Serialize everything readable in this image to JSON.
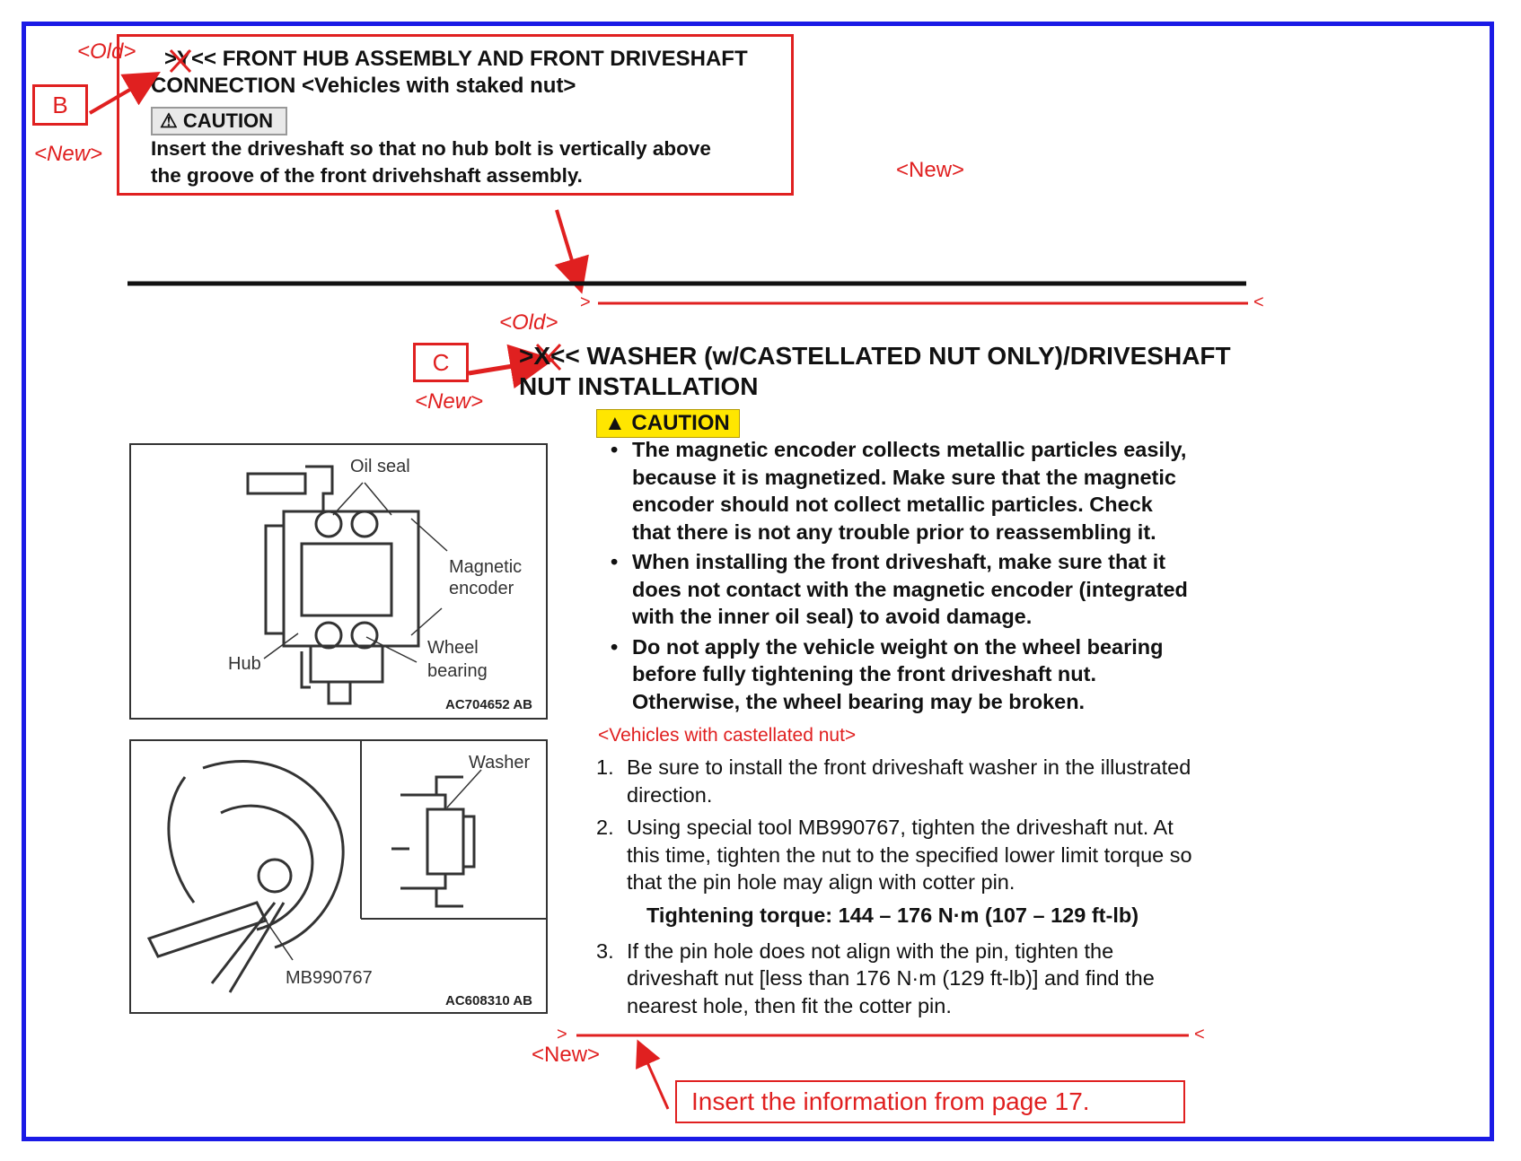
{
  "annotations": {
    "old_b": "<Old>",
    "new_b": "<New>",
    "marker_b": "B",
    "new_top_right": "<New>",
    "old_c": "<Old>",
    "new_c": "<New>",
    "marker_c": "C",
    "new_bottom": "<New>",
    "line_open": ">",
    "line_close": "<",
    "insert_note": "Insert the information from page 17."
  },
  "section_b": {
    "heading_line1": ">Y<< FRONT HUB ASSEMBLY AND FRONT DRIVESHAFT",
    "heading_line2": "CONNECTION  <Vehicles with staked nut>",
    "caution_label": "CAUTION",
    "caution_text_line1": "Insert the driveshaft so that no hub bolt is vertically above",
    "caution_text_line2": "the groove of the front drivehshaft assembly."
  },
  "section_c": {
    "heading_line1": ">X<< WASHER (w/CASTELLATED NUT ONLY)/DRIVESHAFT",
    "heading_line2": "NUT INSTALLATION",
    "caution_label": "CAUTION",
    "bullets": [
      [
        "The magnetic encoder collects metallic particles easily,",
        "because it is magnetized. Make sure that the magnetic",
        "encoder should not collect metallic particles. Check",
        "that there is not any trouble prior to reassembling it."
      ],
      [
        "When installing the front driveshaft, make sure that it",
        "does not contact with the magnetic encoder (integrated",
        "with the inner oil seal) to avoid damage."
      ],
      [
        "Do not apply the vehicle weight on the wheel bearing",
        "before fully tightening the front driveshaft nut.",
        "Otherwise, the wheel bearing may be broken."
      ]
    ],
    "subheading": "<Vehicles with castellated nut>",
    "steps": [
      {
        "num": "1.",
        "lines": [
          "Be sure to install the front driveshaft washer in the illustrated",
          "direction."
        ]
      },
      {
        "num": "2.",
        "lines": [
          "Using special tool MB990767, tighten the driveshaft nut. At",
          "this time, tighten the nut to the specified lower limit torque so",
          "that the pin hole may align with cotter pin."
        ]
      },
      {
        "num": "3.",
        "lines": [
          "If the pin hole does not align with the pin, tighten the",
          "driveshaft nut [less than 176 N·m (129 ft-lb)] and find the",
          "nearest hole, then fit the cotter pin."
        ]
      }
    ],
    "torque": "Tightening torque: 144 – 176 N·m (107 – 129 ft-lb)"
  },
  "figure1": {
    "labels": {
      "oil_seal": "Oil seal",
      "magnetic": "Magnetic",
      "encoder": "encoder",
      "hub": "Hub",
      "wheel": "Wheel",
      "bearing": "bearing"
    },
    "code": "AC704652 AB"
  },
  "figure2": {
    "labels": {
      "washer": "Washer",
      "tool": "MB990767"
    },
    "code": "AC608310 AB"
  },
  "colors": {
    "frame": "#1a1ae6",
    "annotation_red": "#e02020",
    "caution_yellow": "#ffe600"
  }
}
